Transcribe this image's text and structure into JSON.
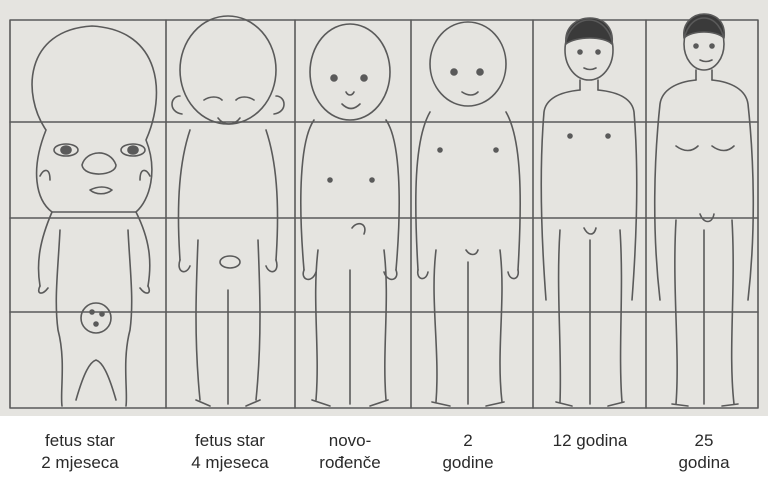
{
  "figure": {
    "colors": {
      "paper": "#e5e4e0",
      "ink": "#5a5a5a",
      "hair": "#3a3a3a",
      "caption_text": "#2a2a2a"
    },
    "stages": [
      {
        "line1": "fetus star",
        "line2": "2 mjeseca"
      },
      {
        "line1": "fetus star",
        "line2": "4 mjeseca"
      },
      {
        "line1": "novo-",
        "line2": "rođenče"
      },
      {
        "line1": "2",
        "line2": "godine"
      },
      {
        "line1": "12 godina",
        "line2": ""
      },
      {
        "line1": "25",
        "line2": "godina"
      }
    ]
  }
}
